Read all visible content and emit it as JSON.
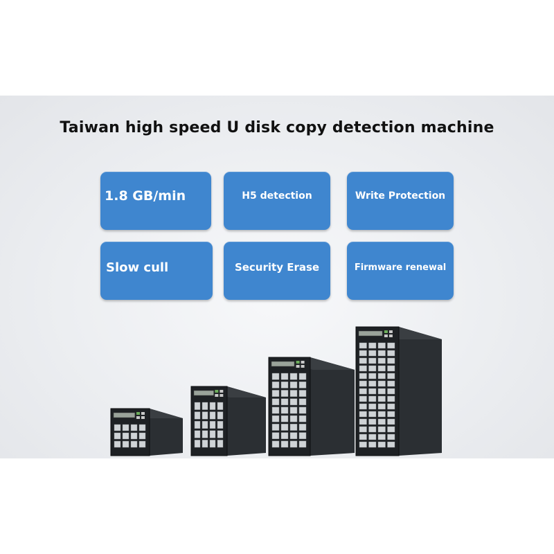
{
  "title": "Taiwan high speed U disk copy detection machine",
  "features": [
    "1.8 GB/min",
    "H5 detection",
    "Write Protection",
    "Slow cull",
    "Security Erase",
    "Firmware renewal"
  ],
  "colors": {
    "tile": "#3f86cf",
    "machine_body": "#1e2124",
    "machine_side": "#2b2f33"
  },
  "machines": [
    {
      "name": "duplicator-small",
      "slot_rows": 3
    },
    {
      "name": "duplicator-medium",
      "slot_rows": 5
    },
    {
      "name": "duplicator-large",
      "slot_rows": 9
    },
    {
      "name": "duplicator-xlarge",
      "slot_rows": 14
    }
  ]
}
